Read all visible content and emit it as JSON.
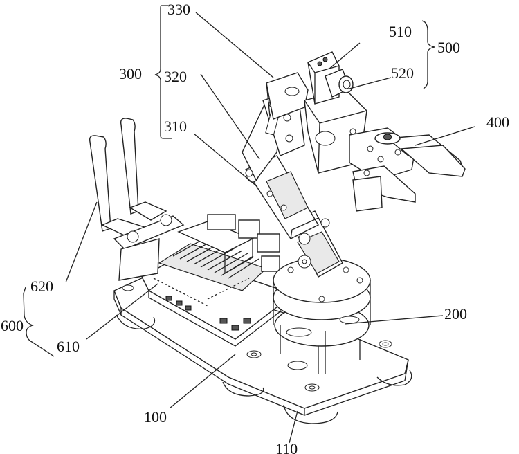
{
  "labels": {
    "l100": "100",
    "l110": "110",
    "l200": "200",
    "l300": "300",
    "l310": "310",
    "l320": "320",
    "l330": "330",
    "l400": "400",
    "l500": "500",
    "l510": "510",
    "l520": "520",
    "l600": "600",
    "l610": "610",
    "l620": "620"
  }
}
